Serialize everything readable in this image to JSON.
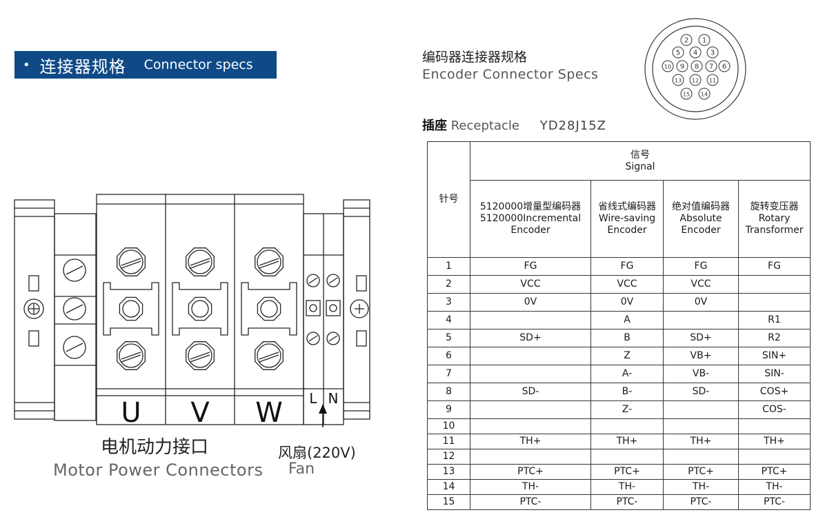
{
  "banner": {
    "bullet": "•",
    "title_cn": "连接器规格",
    "title_en": "Connector specs"
  },
  "encoder": {
    "title_cn": "编码器连接器规格",
    "title_en": "Encoder Connector Specs",
    "receptacle_cn": "插座",
    "receptacle_en": "Receptacle",
    "part_no": "YD28J15Z",
    "pin_numbers": [
      "1",
      "2",
      "3",
      "4",
      "5",
      "6",
      "7",
      "8",
      "9",
      "10",
      "11",
      "12",
      "13",
      "14",
      "15"
    ]
  },
  "motor": {
    "title_cn": "电机动力接口",
    "title_en": "Motor Power Connectors",
    "fan_cn": "风扇(220V)",
    "fan_en": "Fan",
    "phases": [
      "U",
      "V",
      "W"
    ],
    "fan_terminals": [
      "L",
      "N"
    ]
  },
  "table": {
    "pin_header": "针号",
    "signal_cn": "信号",
    "signal_en": "Signal",
    "columns": [
      {
        "cn": "5120000增量型编码器",
        "en": "5120000Incremental",
        "en2": "Encoder"
      },
      {
        "cn": "省线式编码器",
        "en": "Wire-saving",
        "en2": "Encoder"
      },
      {
        "cn": "绝对值编码器",
        "en": "Absolute",
        "en2": "Encoder"
      },
      {
        "cn": "旋转变压器",
        "en": "Rotary",
        "en2": "Transformer"
      }
    ],
    "rows": [
      {
        "pin": "1",
        "c": [
          "FG",
          "FG",
          "FG",
          "FG"
        ]
      },
      {
        "pin": "2",
        "c": [
          "VCC",
          "VCC",
          "VCC",
          ""
        ]
      },
      {
        "pin": "3",
        "c": [
          "0V",
          "0V",
          "0V",
          ""
        ]
      },
      {
        "pin": "4",
        "c": [
          "",
          "A",
          "",
          "R1"
        ]
      },
      {
        "pin": "5",
        "c": [
          "SD+",
          "B",
          "SD+",
          "R2"
        ]
      },
      {
        "pin": "6",
        "c": [
          "",
          "Z",
          "VB+",
          "SIN+"
        ]
      },
      {
        "pin": "7",
        "c": [
          "",
          "A-",
          "VB-",
          "SIN-"
        ]
      },
      {
        "pin": "8",
        "c": [
          "SD-",
          "B-",
          "SD-",
          "COS+"
        ]
      },
      {
        "pin": "9",
        "c": [
          "",
          "Z-",
          "",
          "COS-"
        ]
      },
      {
        "pin": "10",
        "c": [
          "",
          "",
          "",
          ""
        ]
      },
      {
        "pin": "11",
        "c": [
          "TH+",
          "TH+",
          "TH+",
          "TH+"
        ]
      },
      {
        "pin": "12",
        "c": [
          "",
          "",
          "",
          ""
        ]
      },
      {
        "pin": "13",
        "c": [
          "PTC+",
          "PTC+",
          "PTC+",
          "PTC+"
        ]
      },
      {
        "pin": "14",
        "c": [
          "TH-",
          "TH-",
          "TH-",
          "TH-"
        ]
      },
      {
        "pin": "15",
        "c": [
          "PTC-",
          "PTC-",
          "PTC-",
          "PTC-"
        ]
      }
    ]
  }
}
